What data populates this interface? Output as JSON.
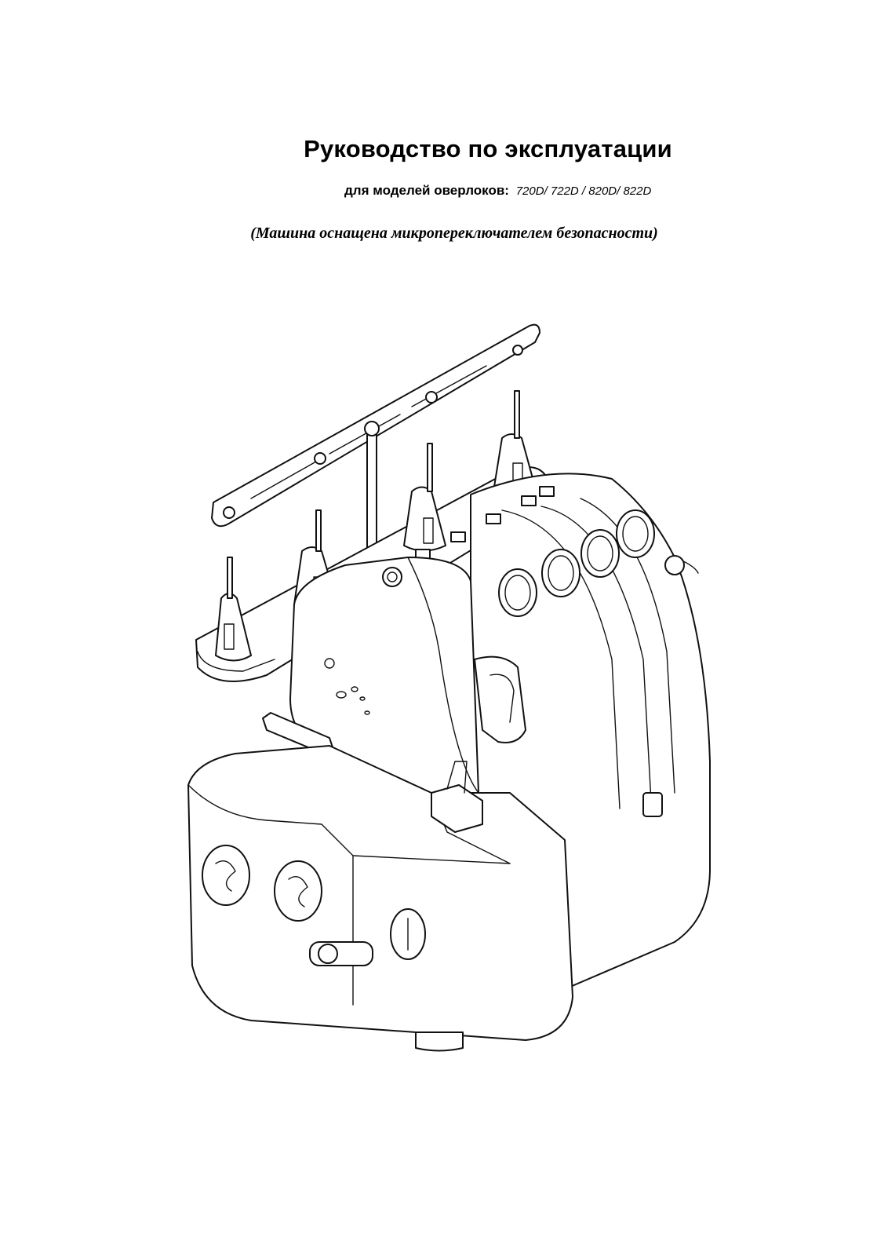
{
  "document": {
    "title": "Руководство по эксплуатации",
    "subtitle_lead": "для моделей оверлоков:",
    "subtitle_models": "720D/ 722D / 820D/ 822D",
    "note": "(Машина оснащена микропереключателем безопасности)"
  },
  "illustration": {
    "subject": "overlock-sewing-machine-line-drawing"
  }
}
